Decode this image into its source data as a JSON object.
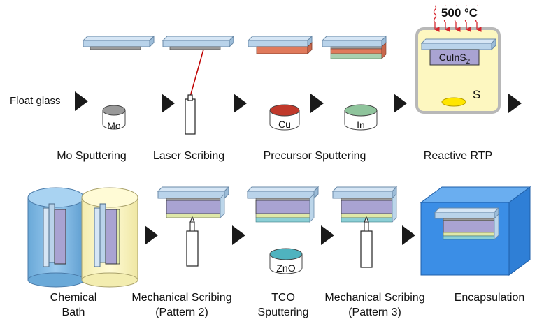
{
  "process_flow": {
    "row1": {
      "start_label": "Float glass",
      "steps": [
        {
          "label": "Mo Sputtering",
          "target": "Mo"
        },
        {
          "label": "Laser Scribing"
        },
        {
          "label": "Precursor Sputtering",
          "targets": [
            "Cu",
            "In"
          ]
        },
        {
          "label": "Reactive RTP",
          "temperature": "500 °C",
          "layer": "CuInS",
          "subscript": "2",
          "source": "S"
        }
      ]
    },
    "row2": {
      "steps": [
        {
          "label_lines": [
            "Chemical",
            "Bath"
          ]
        },
        {
          "label_lines": [
            "Mechanical Scribing",
            "(Pattern 2)"
          ]
        },
        {
          "label_lines": [
            "TCO",
            "Sputtering"
          ],
          "target": "ZnO"
        },
        {
          "label_lines": [
            "Mechanical Scribing",
            "(Pattern 3)"
          ]
        },
        {
          "label_lines": [
            "Encapsulation"
          ]
        }
      ]
    }
  },
  "colors": {
    "glass": "#b9d3ea",
    "molybdenum": "#9a9a9a",
    "copper": "#e07a5c",
    "indium": "#a9d0b0",
    "absorber": "#a9a3d2",
    "buffer": "#dfe8a8",
    "zno": "#8ccfd6",
    "bath_blue": "#7cb7e0",
    "bath_yellow": "#fbf6b8",
    "rtp_chamber": "#fdf7c0",
    "encapsulation": "#3b8ee6",
    "heat_arrows": "#d6262e",
    "laser_beam": "#c00000"
  }
}
